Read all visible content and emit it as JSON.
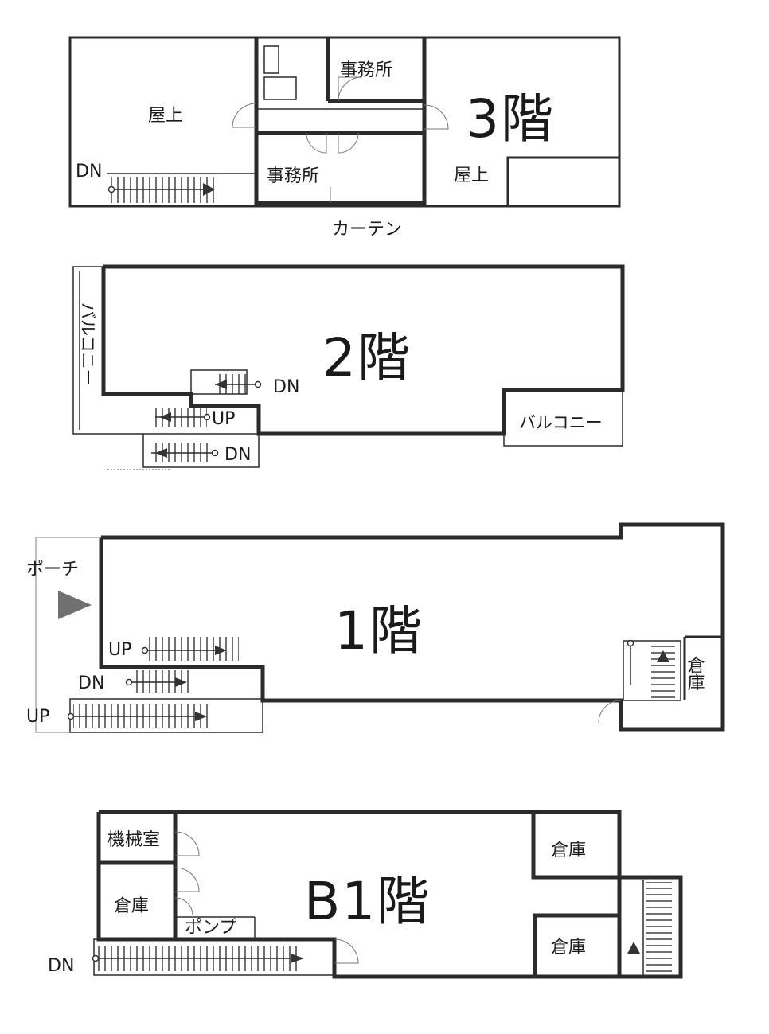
{
  "floors": {
    "f3": {
      "name": "3階",
      "rooms": {
        "rooftop_left": "屋上",
        "office_top": "事務所",
        "office_bottom": "事務所",
        "rooftop_right": "屋上"
      },
      "stair": "DN",
      "curtain": "カーテン"
    },
    "f2": {
      "name": "2階",
      "balcony_left": "バルコニー",
      "balcony_right": "バルコニー",
      "stair_dn_top": "DN",
      "stair_up": "UP",
      "stair_dn_bottom": "DN"
    },
    "f1": {
      "name": "1階",
      "porch": "ポーチ",
      "stair_up_1": "UP",
      "stair_dn": "DN",
      "stair_up_2": "UP",
      "storage": "倉庫"
    },
    "fb1": {
      "name": "B1階",
      "machine_room": "機械室",
      "storage_left": "倉庫",
      "pump": "ポンプ",
      "storage_top_right": "倉庫",
      "storage_bottom_right": "倉庫",
      "stair": "DN"
    }
  },
  "colors": {
    "wall": "#2b2b2b",
    "entrance_arrow": "#707070"
  }
}
